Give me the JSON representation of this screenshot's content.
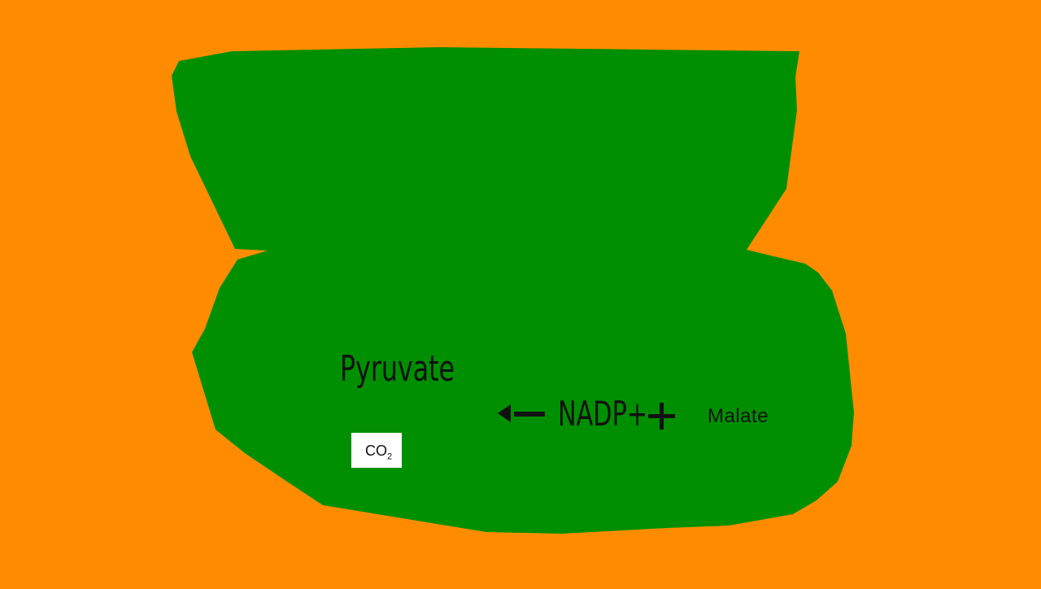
{
  "diagram": {
    "colors": {
      "background": "#ff8c00",
      "cell": "#008f00",
      "text": "#111111",
      "box": "#ffffff"
    },
    "labels": {
      "pyruvate": "Pyruvate",
      "nadp_plus": "NADP+",
      "malate": "Malate",
      "co2_main": "CO",
      "co2_subscript": "2"
    },
    "symbols": {
      "arrow": "left-arrow-icon",
      "plus": "plus-icon"
    }
  }
}
